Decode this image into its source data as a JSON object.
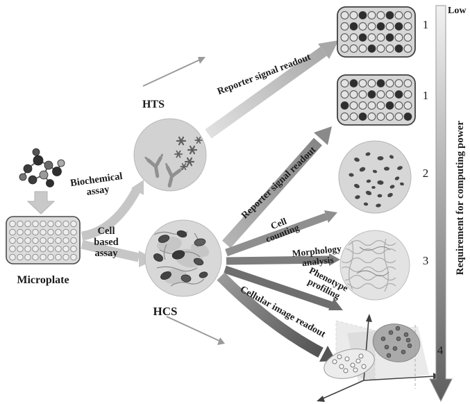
{
  "pipeline": {
    "microplate_label": "Microplate",
    "biochemical_assay": "Biochemical\nassay",
    "cell_based_assay": "Cell\nbased\nassay",
    "hts_label": "HTS",
    "hcs_label": "HCS"
  },
  "readouts": {
    "hts_reporter": "Reporter signal readout",
    "hcs_reporter": "Reporter signal readout",
    "cell_counting": "Cell\ncounting",
    "morphology_analysis": "Morphology\nanalysis",
    "phenotype_profiling": "Phenotype\nprofiling",
    "cellular_image_readout": "Cellular image readout"
  },
  "axis": {
    "low": "Low",
    "label": "Requirement for computing power"
  },
  "result_numbers": {
    "plate_top": "1",
    "plate_second": "1",
    "cell_count": "2",
    "morphology": "3",
    "phenotype_plot": "4"
  },
  "colors": {
    "light_gray": "#d6d6d6",
    "dark_gray": "#4a4a4a",
    "arrow_dark": "#555555",
    "text": "#1b1b1b"
  }
}
